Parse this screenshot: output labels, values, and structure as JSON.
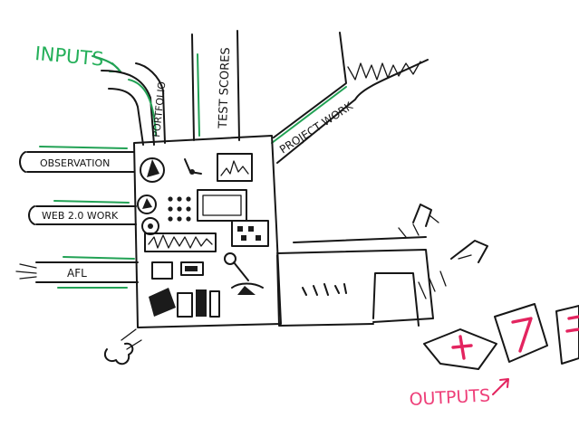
{
  "labels": {
    "inputs": "INPUTS",
    "outputs": "OUTPUTS",
    "portfolio": "PORTFOLIO",
    "test_scores": "TEST SCORES",
    "project_work": "PROJECT WORK",
    "observation": "OBSERVATION",
    "web_20_work": "WEB 2.0 WORK",
    "afl": "AFL"
  },
  "colors": {
    "ink": "#161616",
    "highlight": "#22a255",
    "output_marks": "#e3245f",
    "title_green": "#25b05a",
    "title_pink": "#ee3f79"
  }
}
